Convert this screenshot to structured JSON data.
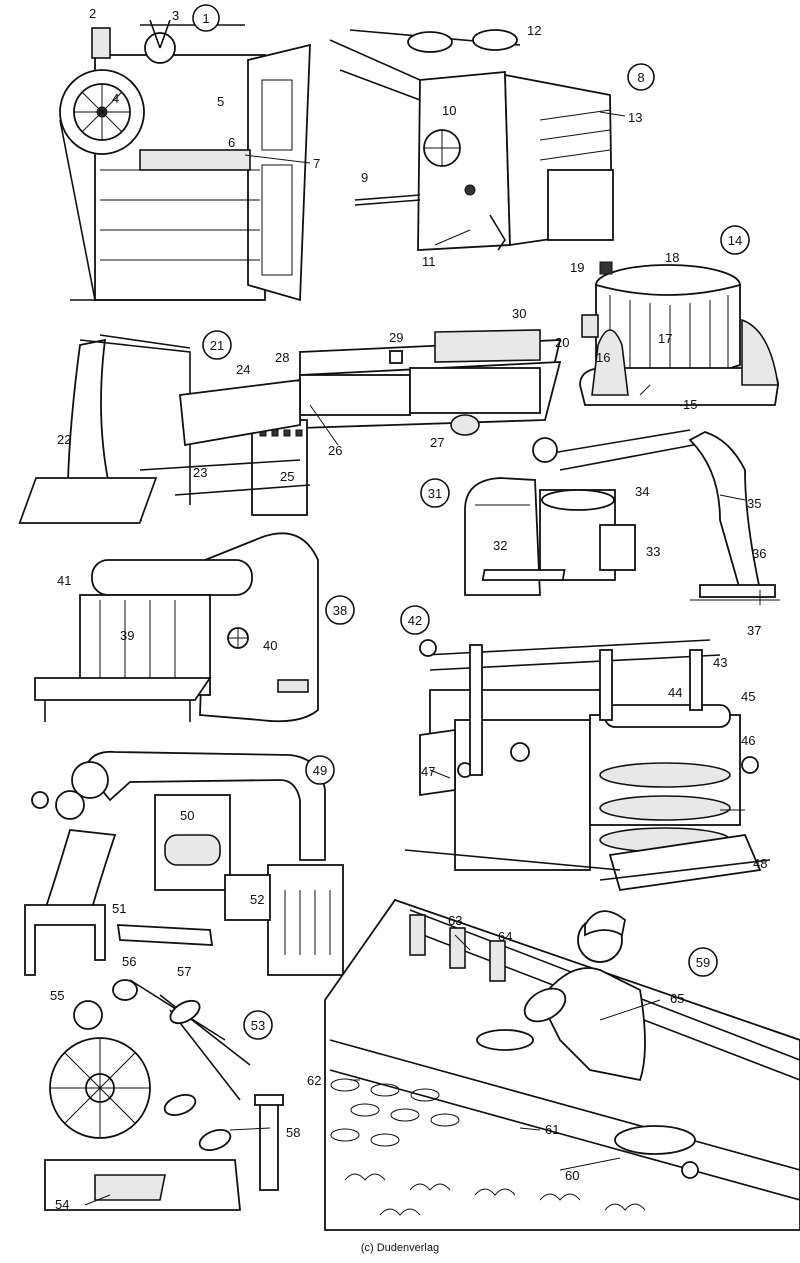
{
  "credit": "(c) Dudenverlag",
  "machine_numbers": [
    "1",
    "8",
    "14",
    "21",
    "31",
    "38",
    "42",
    "49",
    "53",
    "59"
  ],
  "part_labels": [
    "2",
    "3",
    "4",
    "5",
    "6",
    "7",
    "9",
    "10",
    "11",
    "12",
    "13",
    "15",
    "16",
    "17",
    "18",
    "19",
    "20",
    "22",
    "23",
    "24",
    "25",
    "26",
    "27",
    "28",
    "29",
    "30",
    "32",
    "33",
    "34",
    "35",
    "36",
    "37",
    "39",
    "40",
    "41",
    "43",
    "44",
    "45",
    "46",
    "47",
    "48",
    "50",
    "51",
    "52",
    "54",
    "55",
    "56",
    "57",
    "58",
    "60",
    "61",
    "62",
    "63",
    "64",
    "65"
  ]
}
